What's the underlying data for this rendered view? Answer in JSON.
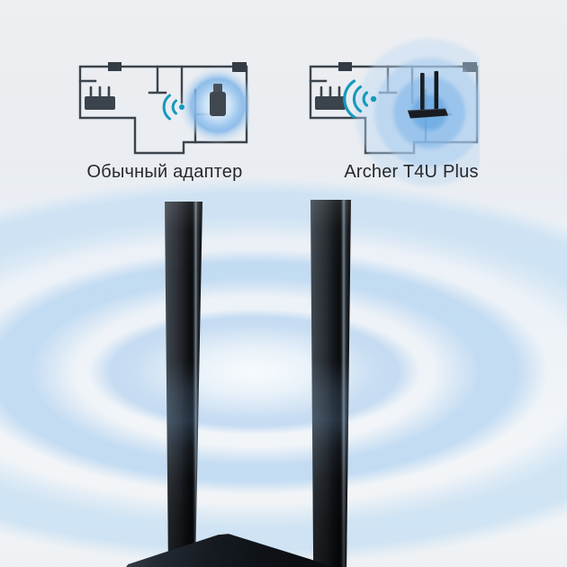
{
  "comparison": {
    "left": {
      "label": "Обычный адаптер"
    },
    "right": {
      "label": "Archer T4U Plus"
    }
  },
  "icons": {
    "left_diagram": [
      "floor-plan-icon",
      "router-icon",
      "weak-signal-icon",
      "usb-adapter-icon",
      "coverage-glow-small"
    ],
    "right_diagram": [
      "floor-plan-icon",
      "router-icon",
      "strong-signal-icon",
      "dual-antenna-adapter-icon",
      "coverage-rings-large"
    ],
    "product": [
      "antenna",
      "antenna",
      "adapter-body",
      "signal-ripples"
    ]
  },
  "colors": {
    "wall": "#3b444d",
    "signal_teal": "#1699bd",
    "coverage_blue": "#7eb5e8",
    "ripple_blue": "#c2dcf2",
    "label_text": "#26282b",
    "device_black": "#16181c",
    "background_top": "#edeff2",
    "background_bottom": "#f2f5f8"
  }
}
